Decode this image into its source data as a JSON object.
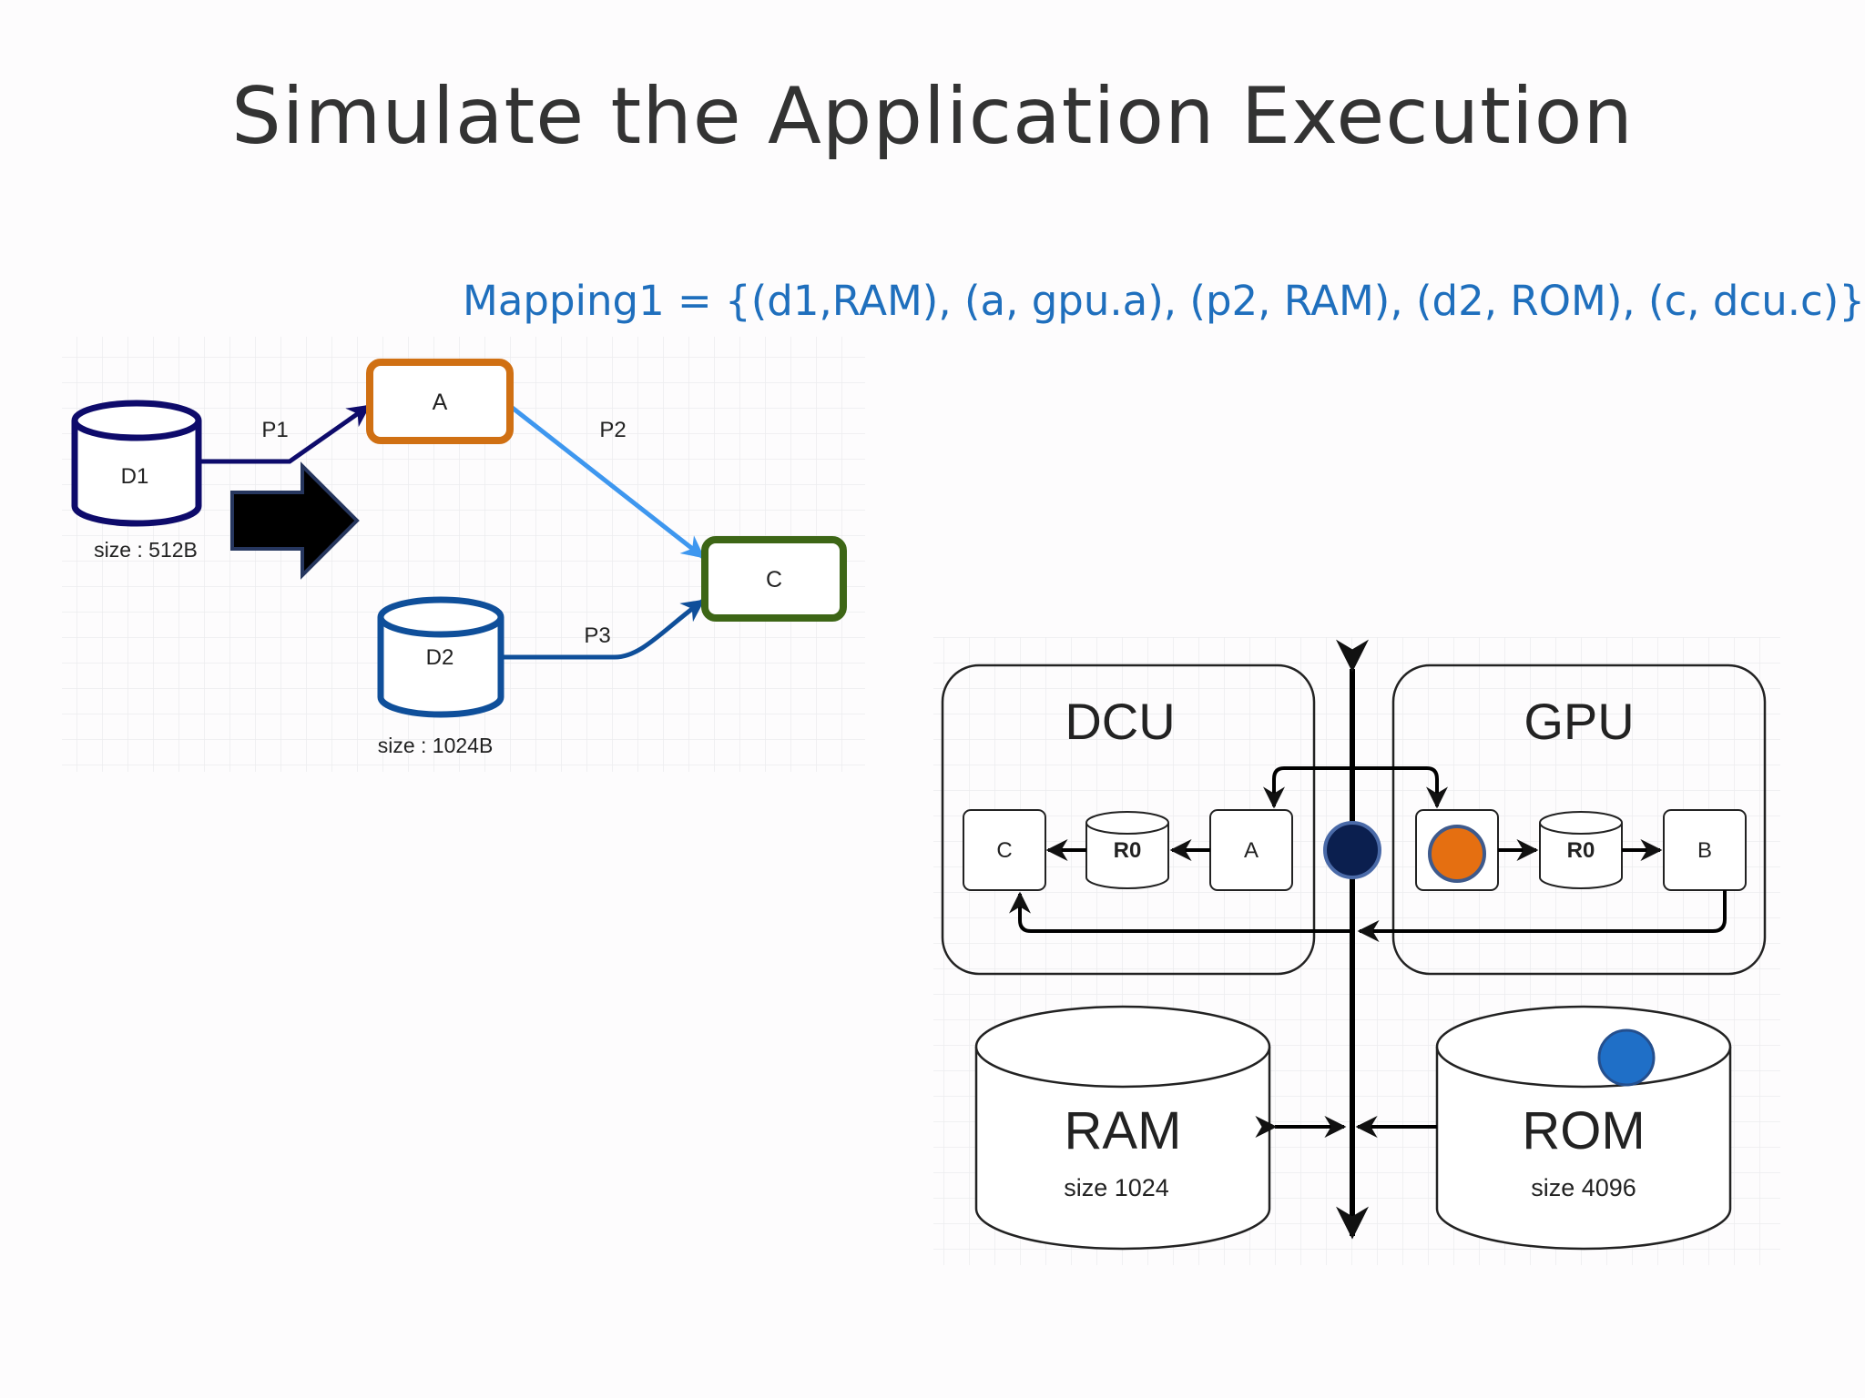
{
  "slide": {
    "title": "Simulate the Application Execution",
    "mapping": "Mapping1 = {(d1,RAM), (a, gpu.a), (p2, RAM), (d2, ROM), (c, dcu.c)}"
  },
  "app_graph": {
    "d1": {
      "label": "D1",
      "size_label": "size : 512B"
    },
    "d2": {
      "label": "D2",
      "size_label": "size : 1024B"
    },
    "a": {
      "label": "A"
    },
    "c": {
      "label": "C"
    },
    "edges": {
      "p1": "P1",
      "p2": "P2",
      "p3": "P3"
    }
  },
  "architecture": {
    "dcu": {
      "title": "DCU",
      "node_c": "C",
      "register": "R0",
      "node_a": "A"
    },
    "gpu": {
      "title": "GPU",
      "register": "R0",
      "node_b": "B"
    },
    "ram": {
      "title": "RAM",
      "size": "size 1024"
    },
    "rom": {
      "title": "ROM",
      "size": "size 4096"
    }
  },
  "colors": {
    "title": "#333333",
    "mapping": "#1f6fbd",
    "d1": "#0e0b6b",
    "d2": "#0f4f9a",
    "a_border": "#d07013",
    "c_border": "#3d6616",
    "p2": "#3e97ef",
    "token_bus": "#0b1f4f",
    "token_gpu": "#e56f11",
    "token_rom": "#1f6fc7"
  }
}
